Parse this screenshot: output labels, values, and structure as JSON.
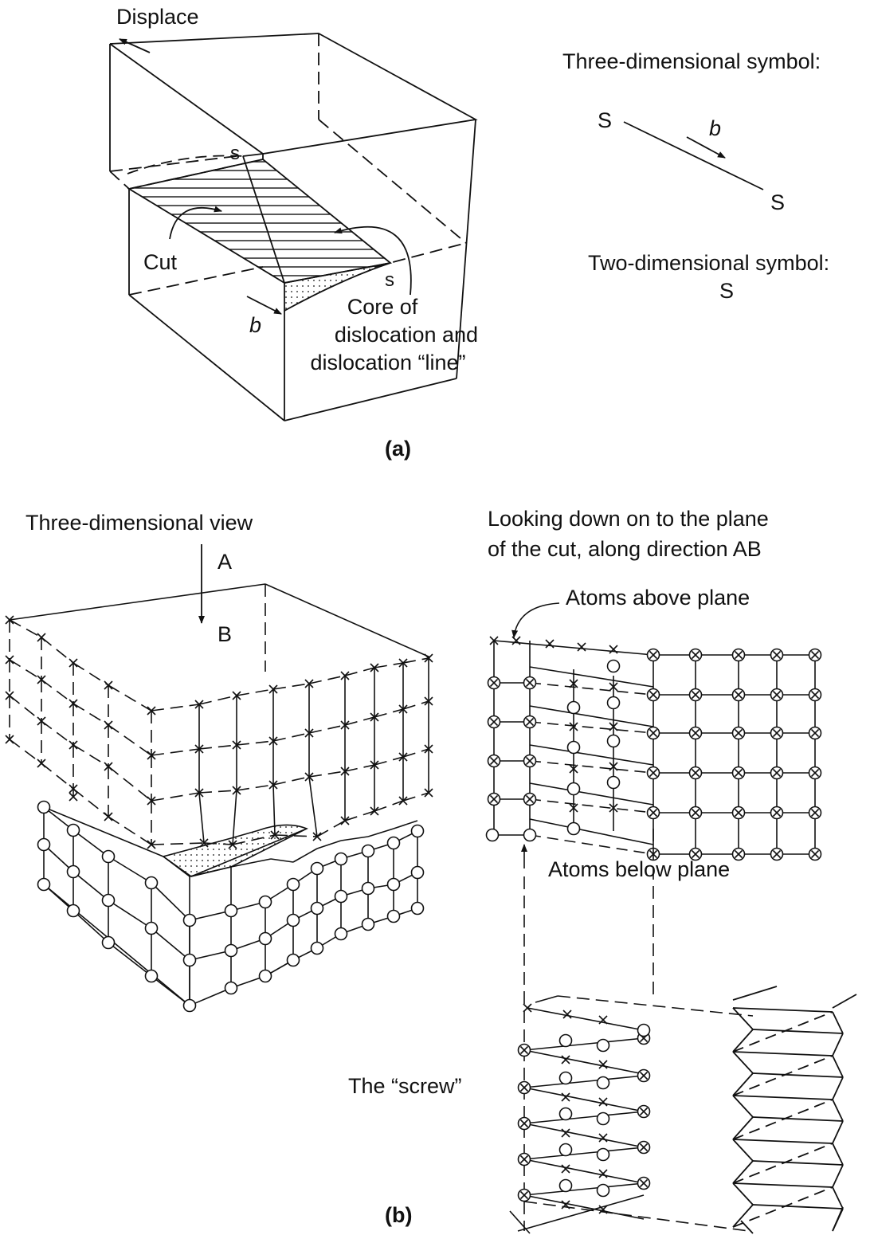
{
  "panel_a": {
    "caption": "(a)",
    "displace_label": "Displace",
    "cut_label": "Cut",
    "b_label": "b",
    "s_top": "s",
    "s_core": "s",
    "core_line1": "Core of",
    "core_line2": "dislocation and",
    "core_line3": "dislocation “line”",
    "three_d_symbol_label": "Three-dimensional symbol:",
    "symbol_s_left": "S",
    "symbol_b": "b",
    "symbol_s_right": "S",
    "two_d_symbol_label": "Two-dimensional symbol:",
    "two_d_symbol": "S"
  },
  "panel_b": {
    "caption": "(b)",
    "three_d_view_label": "Three-dimensional view",
    "A_label": "A",
    "B_label": "B",
    "looking_line1": "Looking down on to the plane",
    "looking_line2": "of the cut, along direction AB",
    "atoms_above": "Atoms above plane",
    "atoms_below": "Atoms below plane",
    "screw_label": "The “screw”"
  }
}
